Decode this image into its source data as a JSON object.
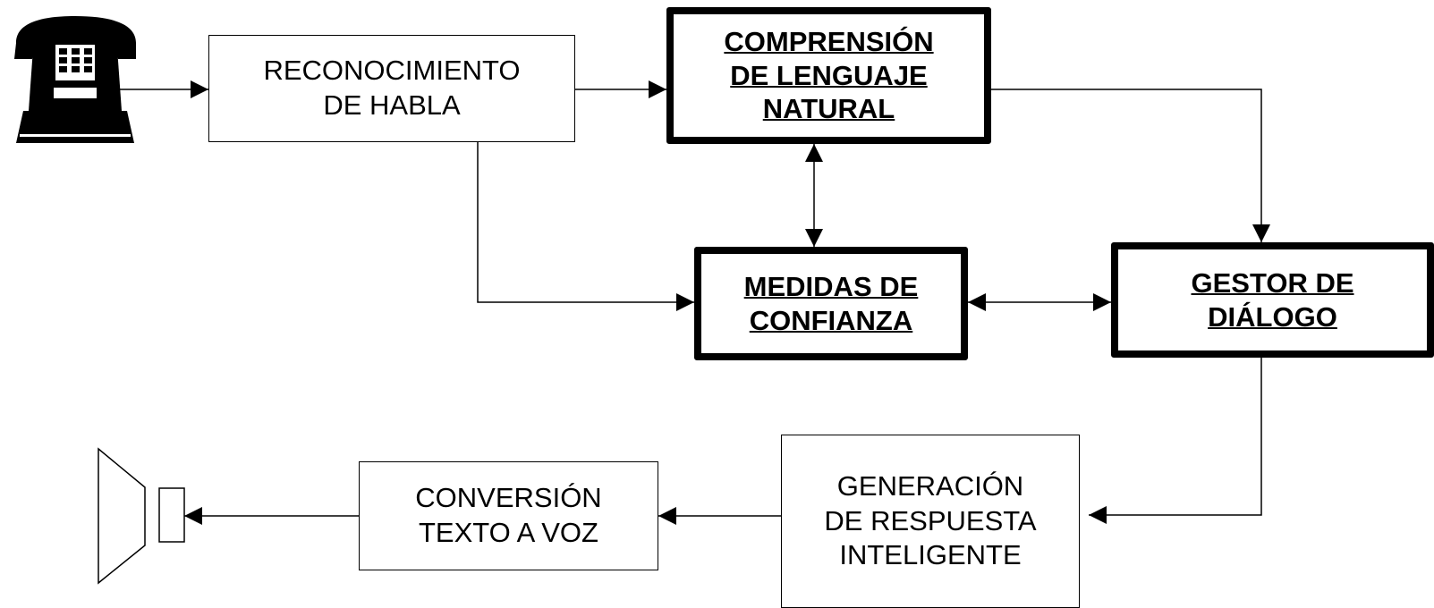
{
  "diagram": {
    "boxes": {
      "speech_recognition": {
        "lines": [
          "RECONOCIMIENTO",
          "DE HABLA"
        ]
      },
      "nlu": {
        "lines": [
          "COMPRENSIÓN",
          "DE LENGUAJE",
          "NATURAL"
        ]
      },
      "confidence": {
        "lines": [
          "MEDIDAS DE",
          "CONFIANZA"
        ]
      },
      "dialog_manager": {
        "lines": [
          "GESTOR DE",
          "DIÁLOGO"
        ]
      },
      "response_generation": {
        "lines": [
          "GENERACIÓN",
          "DE RESPUESTA",
          "INTELIGENTE"
        ]
      },
      "tts": {
        "lines": [
          "CONVERSIÓN",
          "TEXTO A VOZ"
        ]
      }
    },
    "icons": {
      "input": "telephone-icon",
      "output": "speaker-icon"
    },
    "colors": {
      "line": "#000000",
      "background": "#ffffff"
    }
  }
}
